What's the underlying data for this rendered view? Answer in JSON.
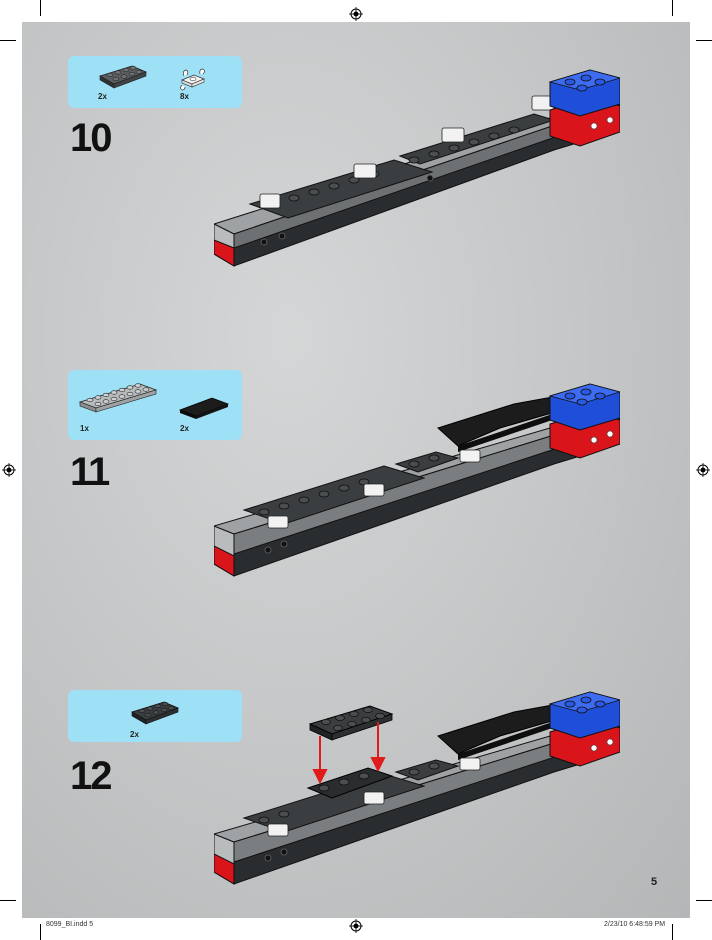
{
  "steps": [
    {
      "number": "10",
      "parts": [
        {
          "qty": "2x",
          "icon": "dark-gray-plate-2x4-icon"
        },
        {
          "qty": "8x",
          "icon": "white-clip-plate-icon"
        }
      ]
    },
    {
      "number": "11",
      "parts": [
        {
          "qty": "1x",
          "icon": "light-gray-plate-2x8-icon"
        },
        {
          "qty": "2x",
          "icon": "black-tile-2x4-icon"
        }
      ]
    },
    {
      "number": "12",
      "parts": [
        {
          "qty": "2x",
          "icon": "dark-gray-plate-2x4-icon"
        }
      ]
    }
  ],
  "page_number": "5",
  "footer": {
    "file": "8099_BI.indd   5",
    "timestamp": "2/23/10   6:48:59 PM"
  },
  "colors": {
    "background": "#c4c6c7",
    "parts_box": "#9ee0f5",
    "red": "#d9141b",
    "blue": "#1f4fd8",
    "dark_gray": "#3a3e40",
    "black": "#1a1a1a"
  }
}
